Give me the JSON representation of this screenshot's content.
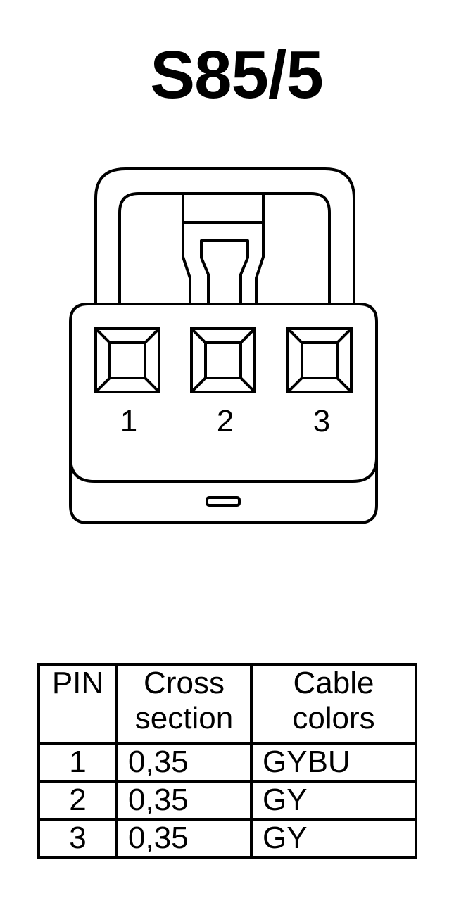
{
  "title": "S85/5",
  "connector": {
    "pins": [
      "1",
      "2",
      "3"
    ]
  },
  "table": {
    "headers": {
      "pin": "PIN",
      "cross_line1": "Cross",
      "cross_line2": "section",
      "cable_line1": "Cable",
      "cable_line2": "colors"
    },
    "rows": [
      {
        "pin": "1",
        "cross": "0,35",
        "color": "GYBU"
      },
      {
        "pin": "2",
        "cross": "0,35",
        "color": "GY"
      },
      {
        "pin": "3",
        "cross": "0,35",
        "color": "GY"
      }
    ]
  }
}
